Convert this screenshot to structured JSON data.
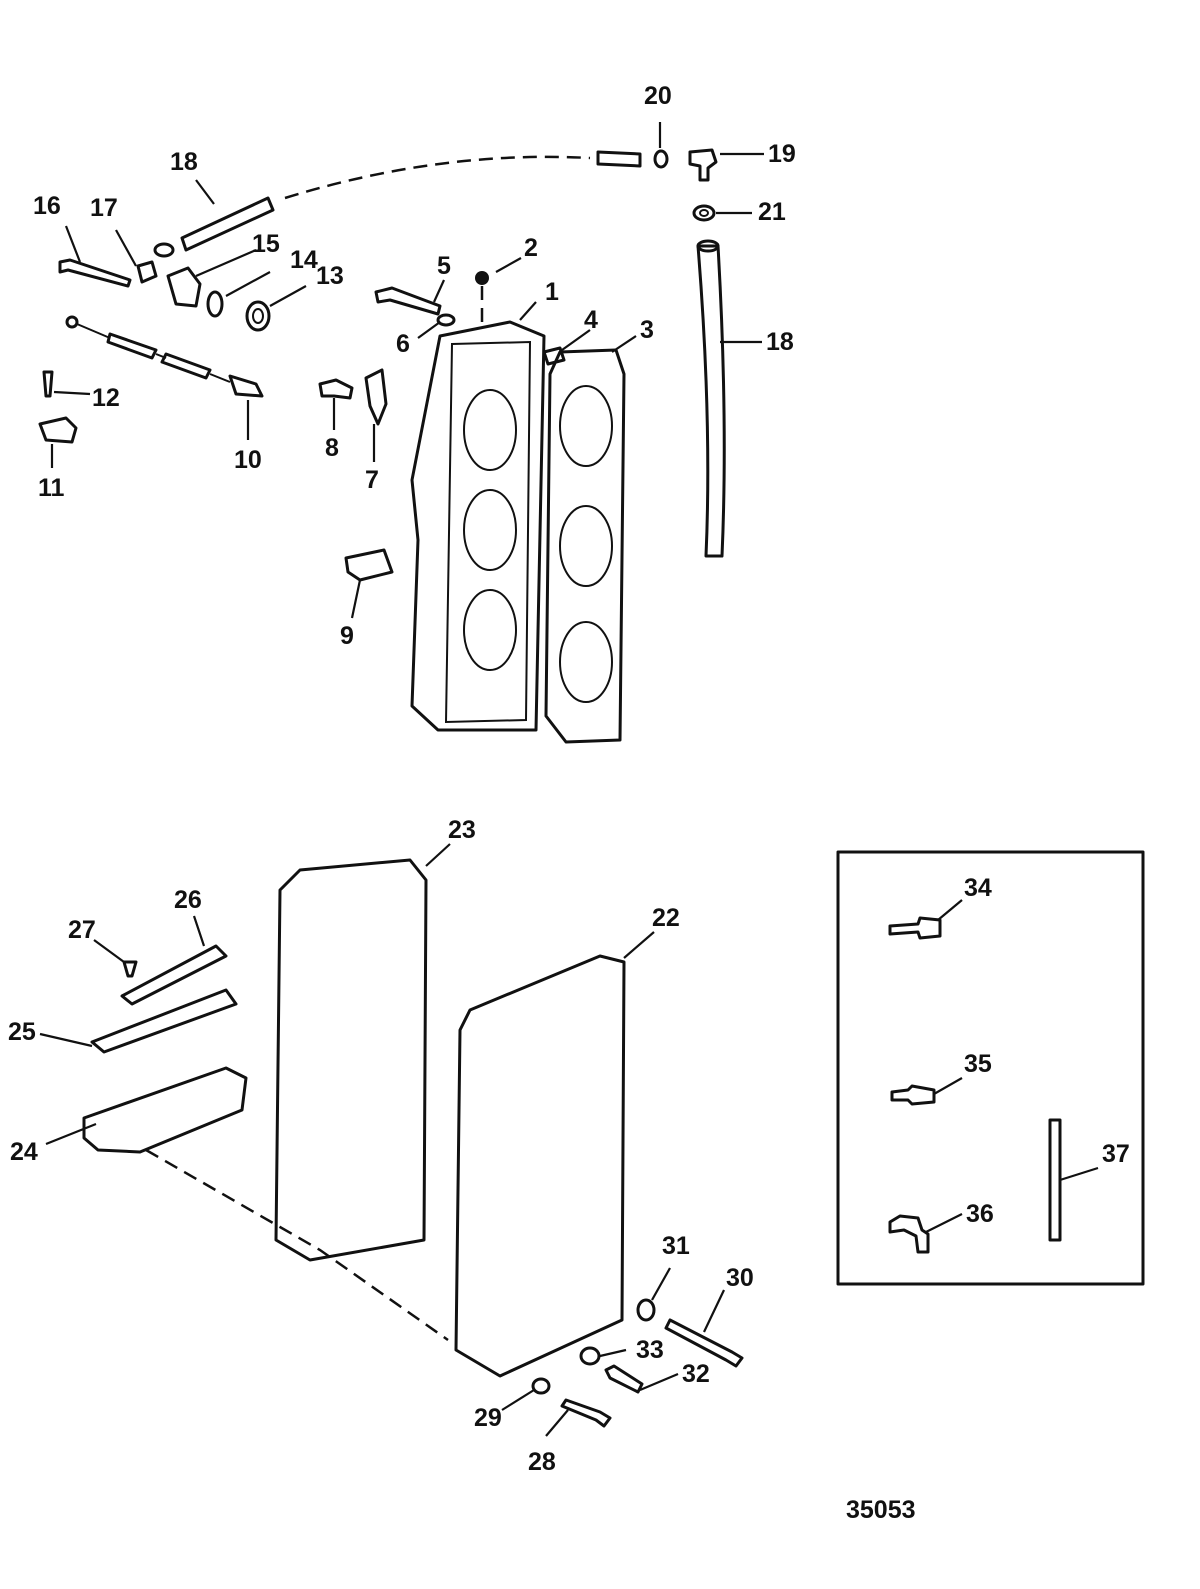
{
  "figure_number": "35053",
  "labels": {
    "p1": "1",
    "p2": "2",
    "p3": "3",
    "p4": "4",
    "p5": "5",
    "p6": "6",
    "p7": "7",
    "p8": "8",
    "p9": "9",
    "p10": "10",
    "p11": "11",
    "p12": "12",
    "p13": "13",
    "p14": "14",
    "p15": "15",
    "p16": "16",
    "p17": "17",
    "p18a": "18",
    "p18b": "18",
    "p19": "19",
    "p20": "20",
    "p21": "21",
    "p22": "22",
    "p23": "23",
    "p24": "24",
    "p25": "25",
    "p26": "26",
    "p27": "27",
    "p28": "28",
    "p29": "29",
    "p30": "30",
    "p31": "31",
    "p32": "32",
    "p33": "33",
    "p34": "34",
    "p35": "35",
    "p36": "36",
    "p37": "37"
  }
}
